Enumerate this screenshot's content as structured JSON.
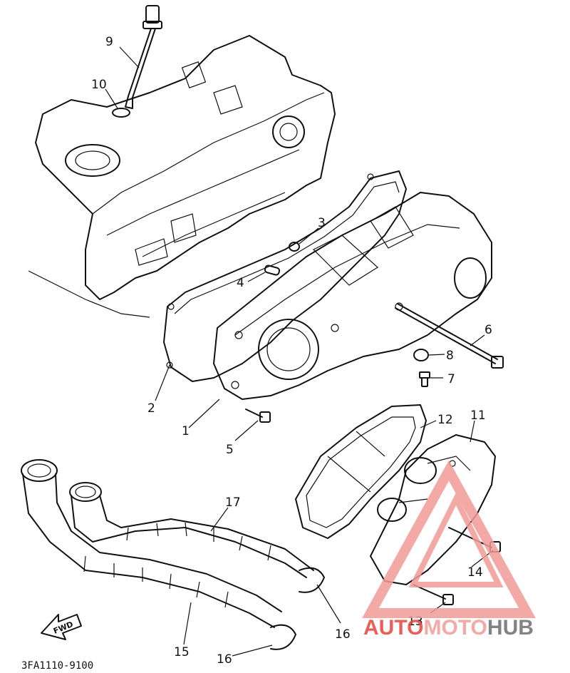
{
  "callouts": [
    {
      "id": "9",
      "text": "9"
    },
    {
      "id": "10",
      "text": "10"
    },
    {
      "id": "3",
      "text": "3"
    },
    {
      "id": "4",
      "text": "4"
    },
    {
      "id": "6",
      "text": "6"
    },
    {
      "id": "8",
      "text": "8"
    },
    {
      "id": "7",
      "text": "7"
    },
    {
      "id": "2",
      "text": "2"
    },
    {
      "id": "1",
      "text": "1"
    },
    {
      "id": "5",
      "text": "5"
    },
    {
      "id": "12",
      "text": "12"
    },
    {
      "id": "11",
      "text": "11"
    },
    {
      "id": "17",
      "text": "17"
    },
    {
      "id": "14",
      "text": "14"
    },
    {
      "id": "13",
      "text": "13"
    },
    {
      "id": "16a",
      "text": "16"
    },
    {
      "id": "15",
      "text": "15"
    },
    {
      "id": "16b",
      "text": "16"
    }
  ],
  "direction_arrow": "FWD",
  "diagram_code": "3FA1110-9100",
  "watermark": {
    "part1": "AUTO",
    "part2": "MOTO",
    "part3": "HUB",
    "color_red": "#e8413a",
    "color_pink": "#f29b96",
    "color_gray": "#6e6e6e"
  }
}
